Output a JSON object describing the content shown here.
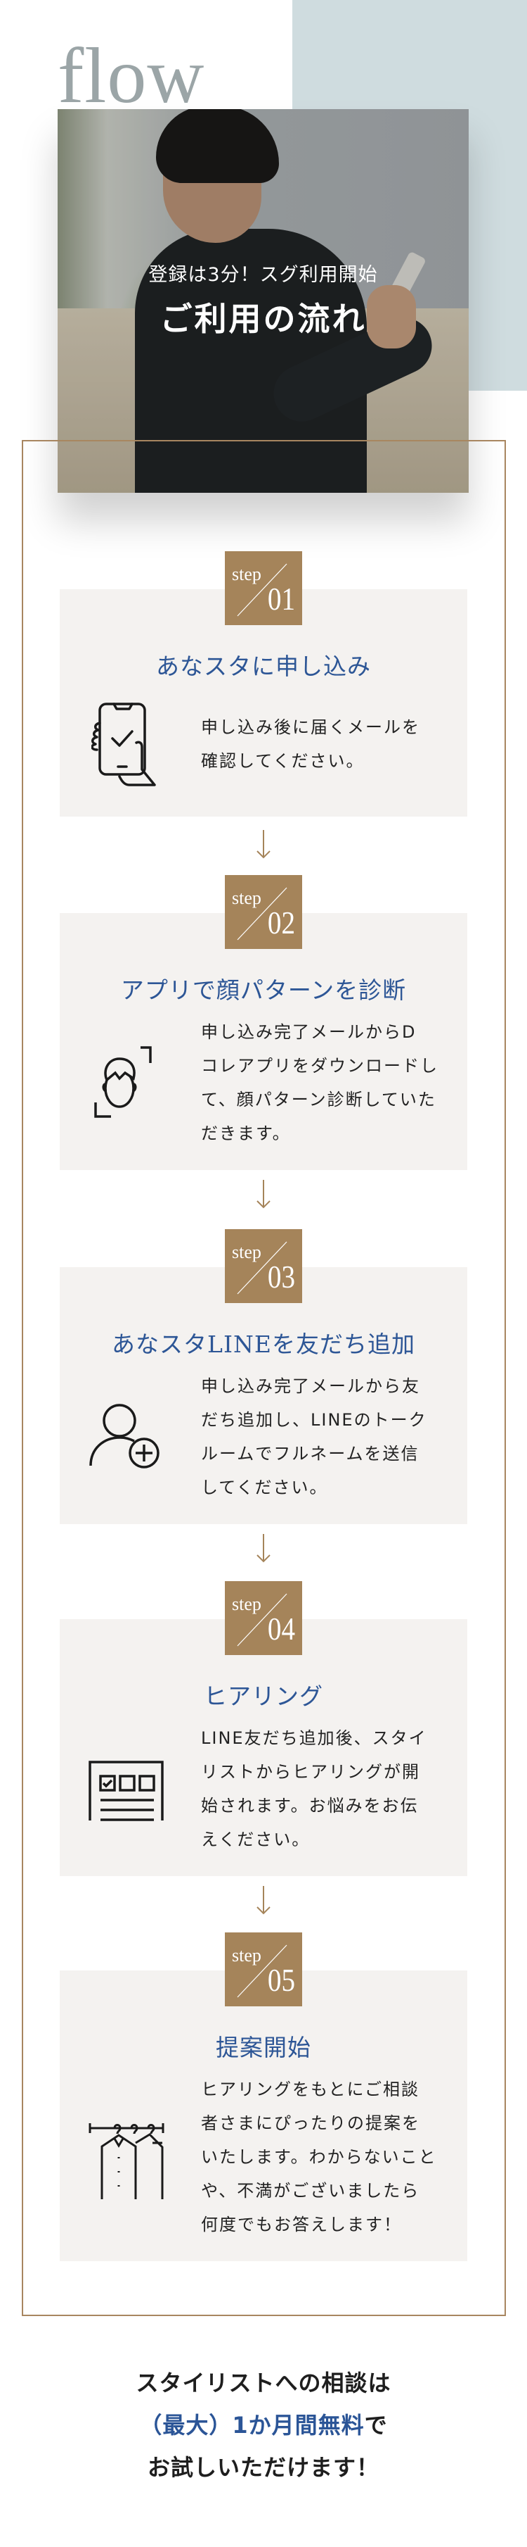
{
  "hero": {
    "label": "flow",
    "subtitle": "登録は3分！スグ利用開始",
    "title": "ご利用の流れ"
  },
  "colors": {
    "accent": "#a5845a",
    "title_blue": "#2d5696",
    "card_bg": "#f4f2f0",
    "header_block": "#cfdcdf"
  },
  "steps": [
    {
      "step": "step",
      "number": "01",
      "title": "あなスタに申し込み",
      "icon": "smartphone-check-icon",
      "lines": [
        "申し込み後に届くメールを",
        "確認してください。"
      ]
    },
    {
      "step": "step",
      "number": "02",
      "title": "アプリで顔パターンを診断",
      "icon": "face-scan-icon",
      "lines": [
        "申し込み完了メールからD",
        "コレアプリをダウンロードし",
        "て、顔パターン診断していた",
        "だきます。"
      ]
    },
    {
      "step": "step",
      "number": "03",
      "title": "あなスタLINEを友だち追加",
      "icon": "user-add-icon",
      "lines": [
        "申し込み完了メールから友",
        "だち追加し、LINEのトーク",
        "ルームでフルネームを送信",
        "してください。"
      ]
    },
    {
      "step": "step",
      "number": "04",
      "title": "ヒアリング",
      "icon": "questionnaire-form-icon",
      "lines": [
        "LINE友だち追加後、スタイ",
        "リストからヒアリングが開",
        "始されます。お悩みをお伝",
        "えください。"
      ]
    },
    {
      "step": "step",
      "number": "05",
      "title": "提案開始",
      "icon": "clothes-rack-icon",
      "lines": [
        "ヒアリングをもとにご相談",
        "者さまにぴったりの提案を",
        "いたします。わからないこと",
        "や、不満がございましたら",
        "何度でもお答えします！"
      ]
    }
  ],
  "cta": {
    "line1": "スタイリストへの相談は",
    "line2_highlight": "（最大）1か月間無料",
    "line2_rest": "で",
    "line3": "お試しいただけます！"
  }
}
